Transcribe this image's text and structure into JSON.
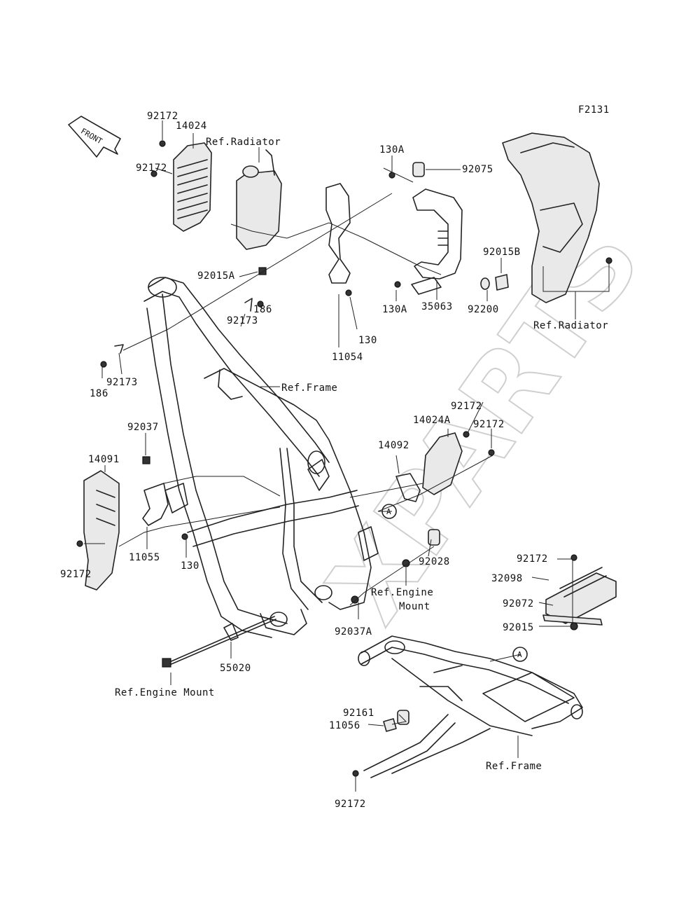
{
  "diagram_code": "F2131",
  "front_label": "FRONT",
  "watermark": "XPARTS",
  "circle_ref": "A",
  "labels": {
    "p92172_a": "92172",
    "p14024": "14024",
    "ref_radiator_top": "Ref.Radiator",
    "p92172_b": "92172",
    "p92015A": "92015A",
    "p130A_top": "130A",
    "p92075": "92075",
    "p92015B": "92015B",
    "p92200": "92200",
    "p35063": "35063",
    "p130A_mid": "130A",
    "ref_radiator_right": "Ref.Radiator",
    "p130": "130",
    "p11054": "11054",
    "p186_a": "186",
    "p92173_a": "92173",
    "p92173_b": "92173",
    "p186_b": "186",
    "ref_frame_top": "Ref.Frame",
    "p92037": "92037",
    "p14091": "14091",
    "p11055": "11055",
    "p130_b": "130",
    "p92172_c": "92172",
    "p92172_d": "92172",
    "p14024A": "14024A",
    "p92172_e": "92172",
    "p14092": "14092",
    "p92028": "92028",
    "ref_engine_mount_a": "Ref.Engine",
    "ref_engine_mount_b": "Mount",
    "p92037A": "92037A",
    "p55020": "55020",
    "ref_engine_mount_bottom": "Ref.Engine Mount",
    "p92172_f": "92172",
    "p32098": "32098",
    "p92072": "92072",
    "p92015": "92015",
    "p92161": "92161",
    "p11056": "11056",
    "ref_frame_bottom": "Ref.Frame",
    "p92172_g": "92172"
  }
}
